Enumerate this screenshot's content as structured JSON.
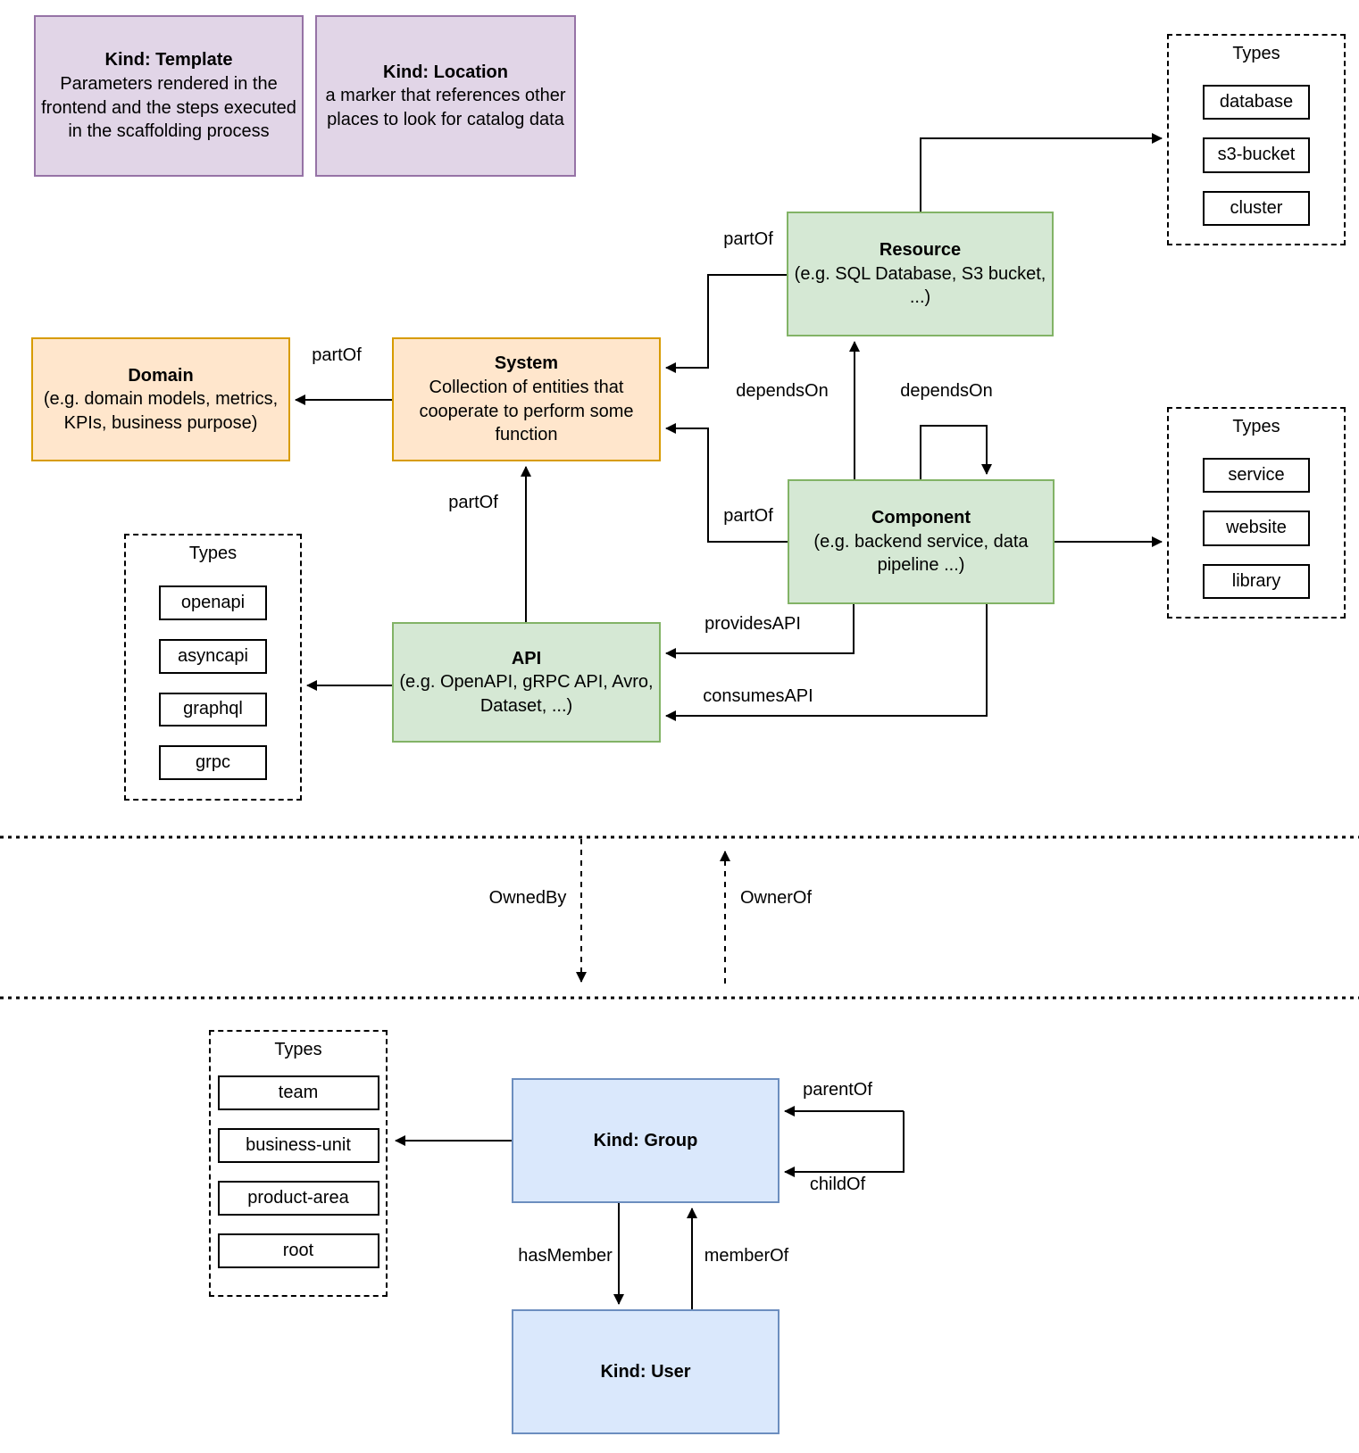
{
  "colors": {
    "green_fill": "#D5E8D4",
    "green_stroke": "#82B366",
    "orange_fill": "#FFE6CC",
    "orange_stroke": "#D79B00",
    "purple_fill": "#E1D5E7",
    "purple_stroke": "#9673A6",
    "blue_fill": "#DAE8FC",
    "blue_stroke": "#6C8EBF",
    "line": "#000000"
  },
  "nodes": {
    "template": {
      "title": "Kind: Template",
      "description": "Parameters rendered in the frontend and the steps executed in  the scaffolding process"
    },
    "location": {
      "title": "Kind: Location",
      "description": "a marker that references other places to look for catalog data"
    },
    "resource": {
      "title": "Resource",
      "description": "(e.g. SQL Database, S3 bucket, ...)"
    },
    "domain": {
      "title": "Domain",
      "description": "(e.g.  domain models, metrics, KPIs, business purpose)"
    },
    "system": {
      "title": "System",
      "description": "Collection of entities that cooperate to perform some function"
    },
    "component": {
      "title": "Component",
      "description": "(e.g. backend service, data pipeline ...)"
    },
    "api": {
      "title": "API",
      "description": "(e.g. OpenAPI, gRPC API, Avro, Dataset, ...)"
    },
    "group": {
      "title": "Kind: Group"
    },
    "user": {
      "title": "Kind: User"
    }
  },
  "type_panels": {
    "resource_types": {
      "title": "Types",
      "items": [
        "database",
        "s3-bucket",
        "cluster"
      ]
    },
    "component_types": {
      "title": "Types",
      "items": [
        "service",
        "website",
        "library"
      ]
    },
    "api_types": {
      "title": "Types",
      "items": [
        "openapi",
        "asyncapi",
        "graphql",
        "grpc"
      ]
    },
    "group_types": {
      "title": "Types",
      "items": [
        "team",
        "business-unit",
        "product-area",
        "root"
      ]
    }
  },
  "edges": {
    "resource_system": "partOf",
    "system_domain": "partOf",
    "api_system": "partOf",
    "component_system": "partOf",
    "component_resource": "dependsOn",
    "component_self": "dependsOn",
    "provides_api": "providesAPI",
    "consumes_api": "consumesAPI",
    "owned_by": "OwnedBy",
    "owner_of": "OwnerOf",
    "parent_of": "parentOf",
    "child_of": "childOf",
    "has_member": "hasMember",
    "member_of": "memberOf"
  }
}
